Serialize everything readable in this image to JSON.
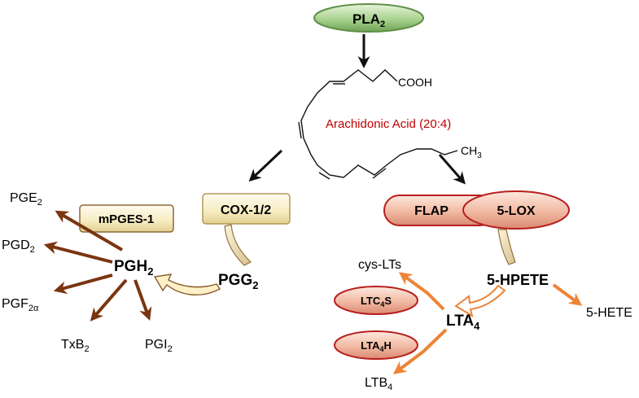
{
  "enzymes": {
    "pla2": {
      "main": "PLA",
      "sub": "2"
    },
    "cox": "COX-1/2",
    "mpges": "mPGES-1",
    "flap": "FLAP",
    "lox": "5-LOX",
    "ltc4s": {
      "a": "LTC",
      "sub": "4",
      "b": "S"
    },
    "lta4h": {
      "a": "LTA",
      "sub": "4",
      "b": "H"
    }
  },
  "molecule": {
    "name": "Arachidonic Acid (20:4)",
    "cooh": "COOH",
    "ch3": {
      "main": "CH",
      "sub": "3"
    }
  },
  "metabolites": {
    "pgg2": {
      "main": "PGG",
      "sub": "2"
    },
    "pgh2": {
      "main": "PGH",
      "sub": "2"
    },
    "pge2": {
      "main": "PGE",
      "sub": "2"
    },
    "pgd2": {
      "main": "PGD",
      "sub": "2"
    },
    "pgf2a": {
      "main": "PGF",
      "sub": "2α"
    },
    "txb2": {
      "main": "TxB",
      "sub": "2"
    },
    "pgi2": {
      "main": "PGI",
      "sub": "2"
    },
    "hpete": "5-HPETE",
    "hete": "5-HETE",
    "lta4": {
      "main": "LTA",
      "sub": "4"
    },
    "cyslts": "cys-LTs",
    "ltb4": {
      "main": "LTB",
      "sub": "4"
    }
  },
  "colors": {
    "brown": "#7a3510",
    "orange": "#ee8436",
    "red_label": "#c00000",
    "green_fill": "#b8d8a0",
    "pill_fill": "#f3c3b0",
    "box_fill": "#f8efc8"
  }
}
